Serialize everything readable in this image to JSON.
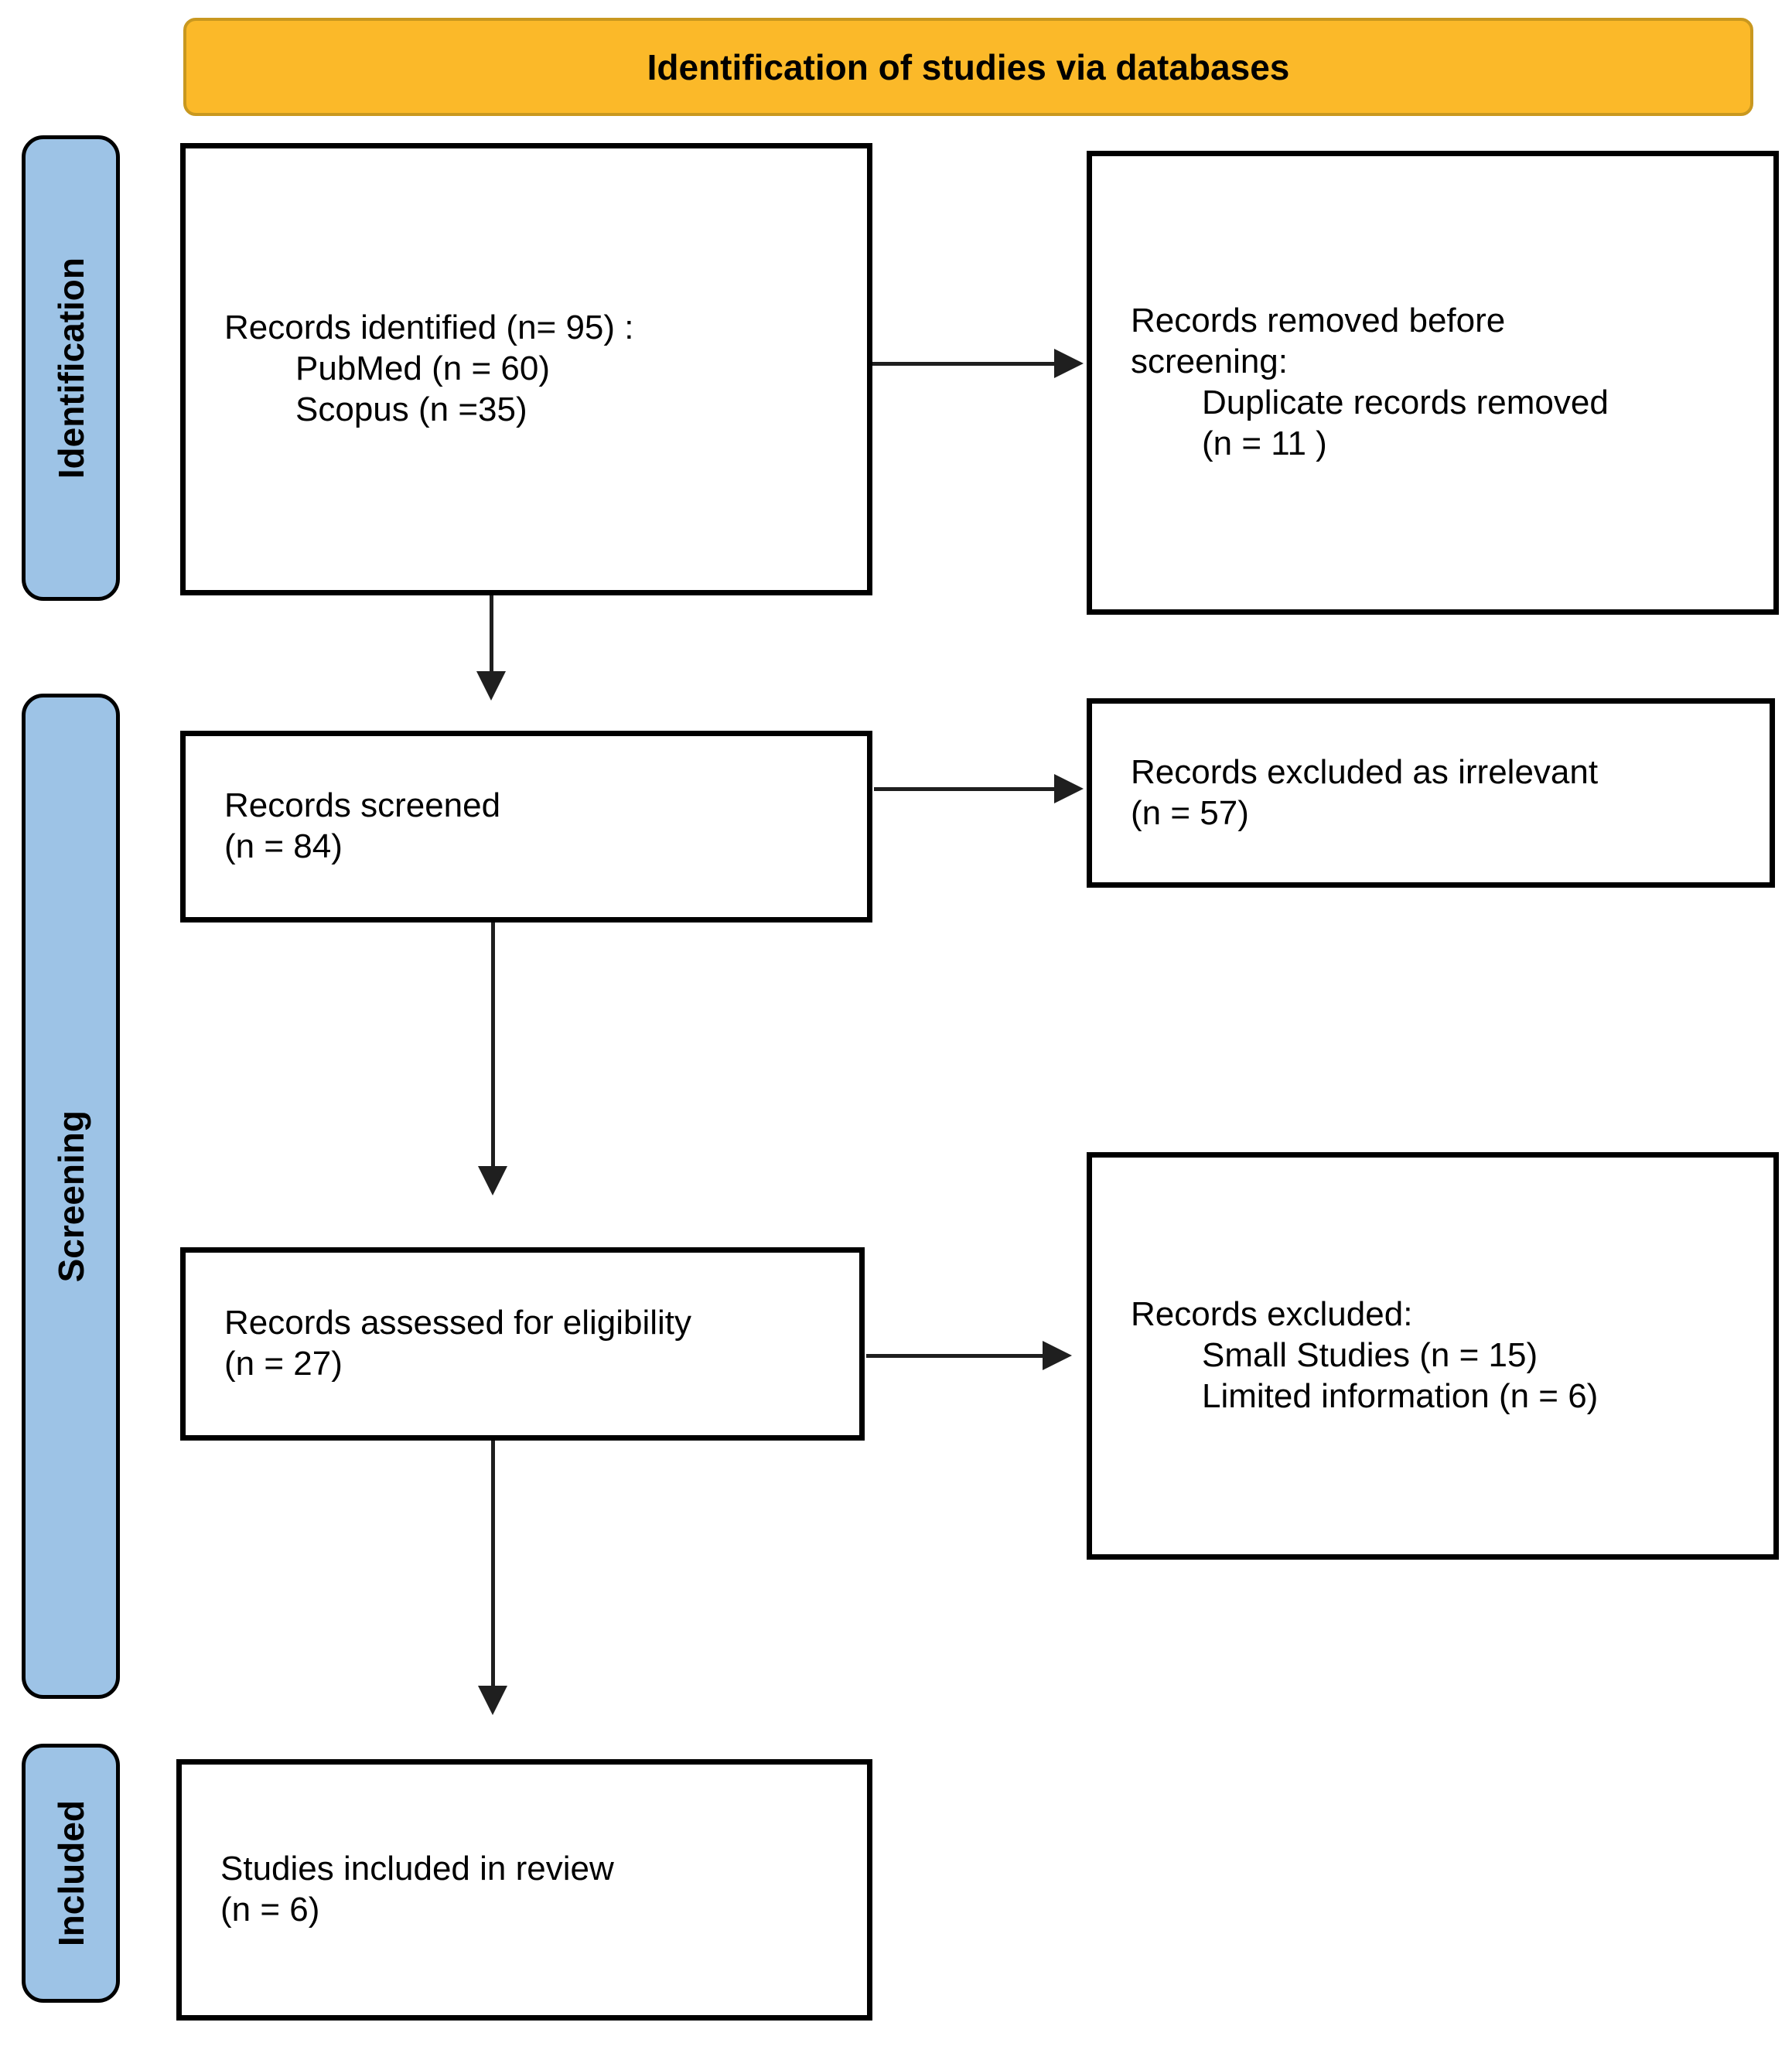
{
  "header": {
    "label": "Identification of studies via databases"
  },
  "stages": {
    "identification": "Identification",
    "screening": "Screening",
    "included": "Included"
  },
  "boxes": {
    "records_identified": {
      "lines": [
        "Records identified (n= 95) :",
        "PubMed (n = 60)",
        "Scopus (n =35)"
      ]
    },
    "records_removed": {
      "lines": [
        "Records removed before",
        "screening:",
        "Duplicate records removed",
        "(n = 11 )"
      ]
    },
    "records_screened": {
      "lines": [
        "Records screened",
        "(n = 84)"
      ]
    },
    "records_excluded_irrelevant": {
      "lines": [
        "Records excluded as irrelevant",
        "(n = 57)"
      ]
    },
    "records_assessed": {
      "lines": [
        "Records assessed for eligibility",
        "(n = 27)"
      ]
    },
    "records_excluded": {
      "lines": [
        "Records excluded:",
        "Small Studies (n = 15)",
        "Limited information (n = 6)"
      ]
    },
    "studies_included": {
      "lines": [
        "Studies included in review",
        "(n = 6)"
      ]
    }
  },
  "colors": {
    "header_bg": "#FBB929",
    "header_border": "#C9981F",
    "stage_bg": "#9DC3E6",
    "stage_border": "#000000",
    "box_border": "#000000",
    "arrow": "#1F1F1F",
    "text": "#000000"
  }
}
